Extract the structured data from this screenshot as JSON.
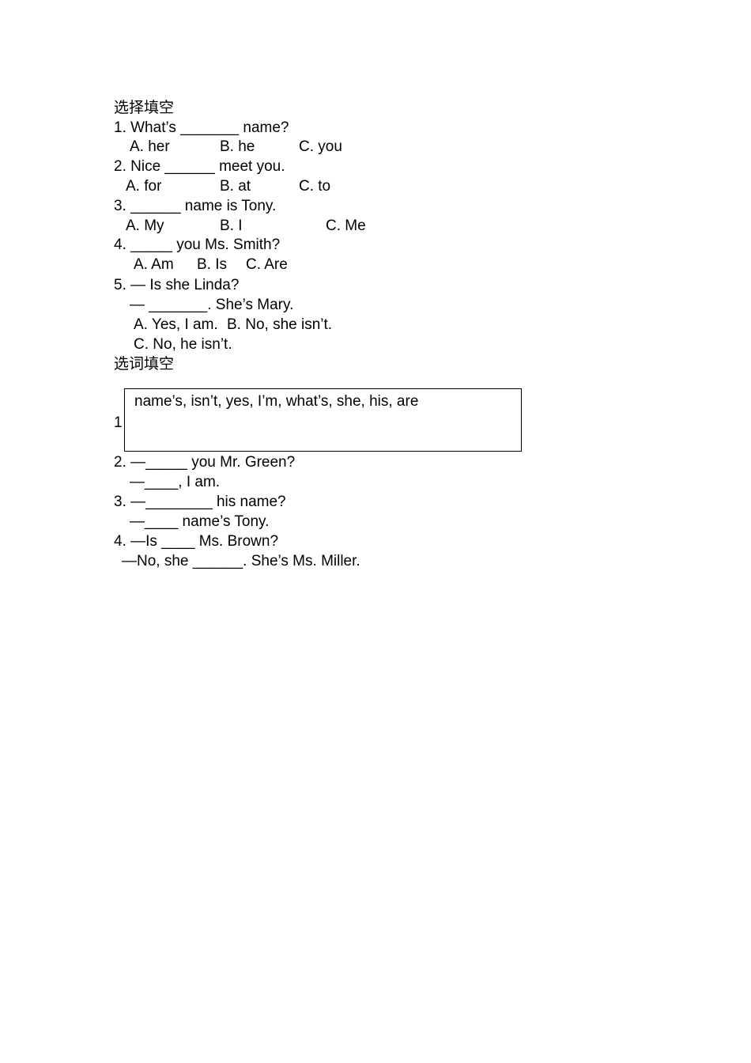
{
  "section1": {
    "title": "选择填空",
    "questions": [
      {
        "stem": "1. What’s _______ name?",
        "options": [
          "A. her",
          "B. he",
          "C. you"
        ]
      },
      {
        "stem": "2. Nice ______ meet you.",
        "options": [
          "A. for",
          "B. at",
          "C. to"
        ]
      },
      {
        "stem": "3. ______ name is Tony.",
        "options": [
          "A. My",
          "B. I",
          "C. Me"
        ]
      },
      {
        "stem": "4. _____ you Ms. Smith?",
        "options": [
          "A. Am",
          "B. Is",
          "C. Are"
        ]
      },
      {
        "stem": "5. — Is she Linda?",
        "stem2": "— _______. She’s Mary.",
        "options": [
          "A. Yes, I am.",
          "B. No, she isn’t.",
          "C. No, he isn’t."
        ]
      }
    ]
  },
  "section2": {
    "title": "选词填空",
    "word_bank": "name’s, isn’t, yes, I’m, what’s, she, his, are",
    "q1_partial": "1",
    "questions": [
      {
        "line1": "2. —_____ you Mr. Green?",
        "line2": "—____, I am."
      },
      {
        "line1": "3. —________ his name?",
        "line2": "—____ name’s Tony."
      },
      {
        "line1": "4. —Is ____ Ms. Brown?",
        "line2": "—No, she ______. She’s Ms. Miller."
      }
    ]
  }
}
